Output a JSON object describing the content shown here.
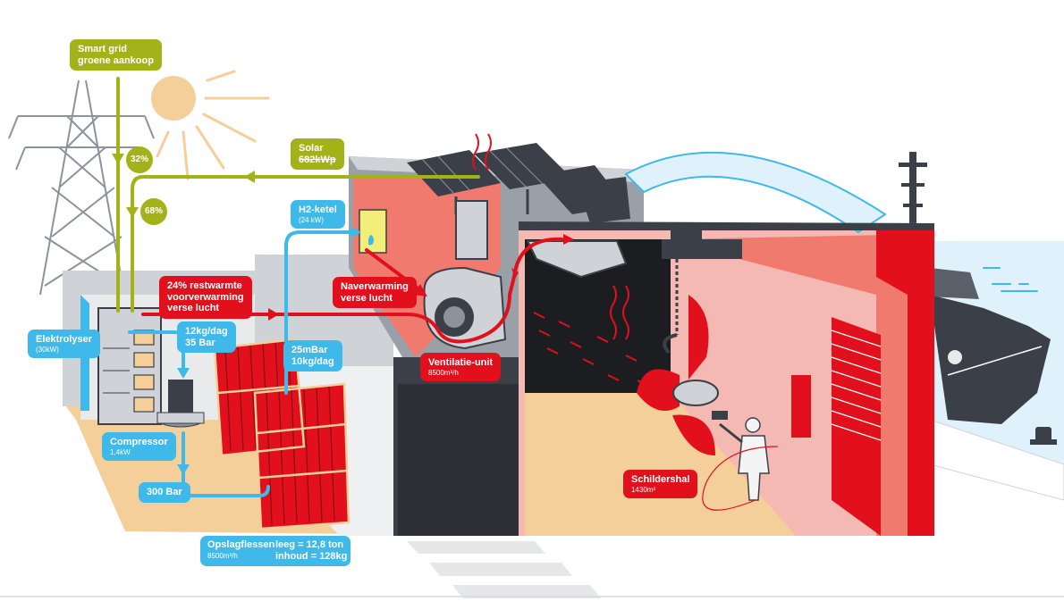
{
  "labels": {
    "smart_grid": [
      "Smart grid",
      "groene aankoop"
    ],
    "pct_grid": "32%",
    "pct_solar": "68%",
    "solar_title": "Solar",
    "solar_value": "682kWp",
    "h2_title": "H2-ketel",
    "h2_sub": "(24 kW)",
    "naverwarming": [
      "Naverwarming",
      "verse lucht"
    ],
    "restwarmte": [
      "24% restwarmte",
      "voorverwarming",
      "verse lucht"
    ],
    "elektrolyser_title": "Elektrolyser",
    "elektrolyser_sub": "(30kW)",
    "flow_12kg": [
      "12kg/dag",
      "35 Bar"
    ],
    "flow_25mbar": [
      "25mBar",
      "10kg/dag"
    ],
    "ventilatie_title": "Ventilatie-unit",
    "ventilatie_sub": "8500m³/h",
    "compressor_title": "Compressor",
    "compressor_sub": "1,4kW",
    "bar300": "300 Bar",
    "opslag_title": "Opslagflessen",
    "opslag_sub": "8500m³/h",
    "opslag_leeg": "leeg = 12,8 ton",
    "opslag_inhoud": "inhoud = 128kg",
    "schildershal_title": "Schildershal",
    "schildershal_sub": "1430m²"
  },
  "colors": {
    "olive": "#a4b21a",
    "blue": "#3fb8ea",
    "red": "#e2101d",
    "pink": "#f4b9b2",
    "salmon": "#ef7a6d",
    "sand": "#f5cf9a",
    "dark": "#3b4048",
    "gray": "#cfd2d6"
  },
  "icons": [
    "pylon-icon",
    "sun-icon",
    "solar-panel-icon",
    "ship-icon",
    "propeller-icon",
    "painter-icon",
    "gas-cylinder-icon",
    "electrolyser-icon",
    "compressor-icon",
    "fan-icon",
    "boiler-icon",
    "bollard-icon"
  ]
}
